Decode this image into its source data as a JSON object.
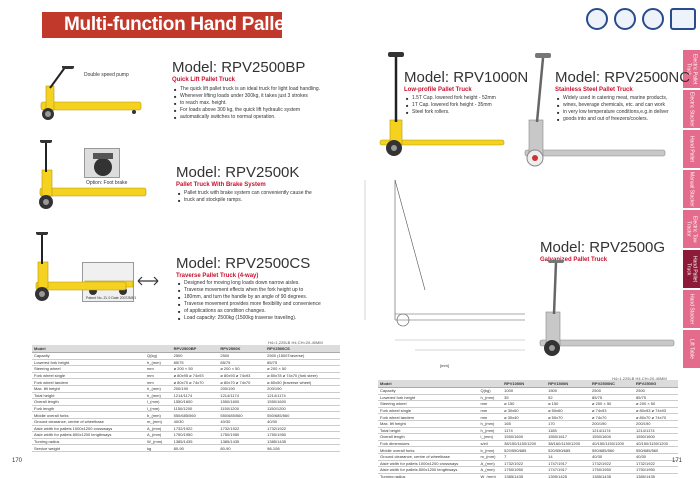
{
  "header": {
    "title": "Multi-function Hand Pallet Truck"
  },
  "side_tabs": [
    "Electric Pallet Truck",
    "Electric Stacker",
    "Hand Pallet",
    "Manual Stacker",
    "Electric Tow Tractor",
    "Hand Pallet Truck",
    "Hand Stacker",
    "Lift Table"
  ],
  "active_tab": 5,
  "models": {
    "bp": {
      "name": "Model: RPV2500BP",
      "sub": "Quick Lift Pallet Truck",
      "bullets": [
        "The quick lift pallet truck is an ideal truck for light load handling.",
        "Whenever lifting loads under 300kg, it takes just 3 strokes",
        "to reach max. height.",
        "For loads above 300 kg, the quick lift hydraulic system",
        "automatically switches to normal operation."
      ],
      "caption": "Double speed pump"
    },
    "k": {
      "name": "Model: RPV2500K",
      "sub": "Pallet Truck With Brake System",
      "bullets": [
        "Pallet truck with brake system can conveniently cause the",
        "truck and stockpile ramps."
      ],
      "caption": "Option: Foot brake"
    },
    "cs": {
      "name": "Model: RPV2500CS",
      "sub": "Traverse Pallet Truck (4-way)",
      "bullets": [
        "Designed for moving long loads down narrow aisles.",
        "Traverse movement effects when the fork height up to",
        "180mm, and turn the handle by an angle of 90 degrees.",
        "Traverse movement provides more flexibility and convenience",
        "of applications as condition changes.",
        "Load capacity: 2500kg (1500kg traverse traveling)."
      ],
      "caption": "Patent No. ZL 0 Date 2007/8/8/1"
    },
    "n": {
      "name": "Model: RPV1000N",
      "sub": "Low-profile Pallet Truck",
      "bullets": [
        "1.5T Cap. lowered fork height - 52mm",
        "1T Cap. lowered fork height - 35mm",
        "Steel fork rollers."
      ]
    },
    "nc": {
      "name": "Model: RPV2500NC",
      "sub": "Stainless Steel Pallet Truck",
      "bullets": [
        "Widely used in catering meat, marine products,",
        "wines, beverage chemicals, etc. and can work",
        "in very low temperature conditions,e.g.in deliver",
        "goods into and out of freezers/coolers."
      ]
    },
    "g": {
      "name": "Model: RPV2500G",
      "sub": "Galvanized Pallet Truck"
    }
  },
  "dim_notes": {
    "left": "H4=1,225LB  H4,CH=20-40MM",
    "right": "H4=1,225LB  H4,CH=20-40MM"
  },
  "table_left": {
    "headers": [
      "Model",
      "",
      "RPV2500BP",
      "RPV2500K",
      "RPV2500CS"
    ],
    "rows": [
      [
        "Capacity",
        "Q(kg)",
        "2500",
        "2500",
        "2500 (1500Traverse)"
      ],
      [
        "Lowered fork height",
        "h_(mm)",
        "85/75",
        "85/75",
        "85/75"
      ],
      [
        "Steering wheel",
        "mm",
        "ø 200 × 50",
        "ø 200 × 50",
        "ø 200 × 50"
      ],
      [
        "Fork wheel single",
        "mm",
        "ø 80x95 ø 74x93",
        "ø 80x93 ø 74x93",
        "ø 80x78 ø 74x70 (fork steer)"
      ],
      [
        "Fork wheel tandem",
        "mm",
        "ø 80x70 ø 74x70",
        "ø 80x70 ø 74x70",
        "ø 80x50 (traverse wheel)"
      ],
      [
        "Max. lift height",
        "h_(mm)",
        "200/190",
        "200/190",
        "200/190"
      ],
      [
        "Total height",
        "h_(mm)",
        "1214/1174",
        "1214/1174",
        "1214/1174"
      ],
      [
        "Overall length",
        "l_(mm)",
        "1550/1600",
        "1550/1600",
        "1550/1600"
      ],
      [
        "Fork length",
        "l_(mm)",
        "1150/1200",
        "1150/1200",
        "1150/1200"
      ],
      [
        "Middle overall forks",
        "b_(mm)",
        "550/685/560",
        "550/685/560",
        "550/685/560"
      ],
      [
        "Ground clearance, centre of wheelbase",
        "m_(mm)",
        "40/30",
        "40/30",
        "40/30"
      ],
      [
        "Aisle width for pallets 1000x1200 crossways",
        "A_(mm)",
        "1732/1922",
        "1732/1922",
        "1732/1922"
      ],
      [
        "Aisle width for pallets 800x1200 lengthways",
        "A_(mm)",
        "1750/1950",
        "1750/1950",
        "1750/1950"
      ],
      [
        "Turning radius",
        "W_(mm)",
        "1385/1435",
        "1385/1435",
        "1385/1435"
      ],
      [
        "Service weight",
        "kg",
        "80-90",
        "80-90",
        "98-108"
      ]
    ]
  },
  "table_right": {
    "headers": [
      "Model",
      "",
      "RPV1000N",
      "RPV1500N",
      "RPV2500NC",
      "RPV2500G"
    ],
    "rows": [
      [
        "Capacity",
        "Q(kg)",
        "1000",
        "1500",
        "2500",
        "2500"
      ],
      [
        "Lowered fork height",
        "h_(mm)",
        "35",
        "52",
        "85/75",
        "85/75"
      ],
      [
        "Steering wheel",
        "mm",
        "ø 150",
        "ø 150",
        "ø 200 × 50",
        "ø 200 × 50"
      ],
      [
        "Fork wheel single",
        "mm",
        "ø 30x60",
        "ø 50x60",
        "ø 74x93",
        "ø 80x93 ø 74x93"
      ],
      [
        "Fork wheel tandem",
        "mm",
        "ø 30x40",
        "ø 50x70",
        "ø 74x70",
        "ø 80x70 ø 74x70"
      ],
      [
        "Max. lift height",
        "h_(mm)",
        "165",
        "170",
        "200/190",
        "200/190"
      ],
      [
        "Total height",
        "h_(mm)",
        "1174",
        "1185",
        "1214/1174",
        "1214/1174"
      ],
      [
        "Overall length",
        "l_(mm)",
        "1550/1600",
        "1550/1617",
        "1550/1600",
        "1550/1600"
      ],
      [
        "Fork dimensions",
        "s/e/l",
        "38/150/1150/1200",
        "38/160/1150/1200",
        "40/150/1150/1200",
        "40/150/1150/1200"
      ],
      [
        "Middle overall forks",
        "b_(mm)",
        "520/550/685",
        "520/550/685",
        "550/685/560",
        "550/685/560"
      ],
      [
        "Ground clearance, centre of wheelbase",
        "m_(mm)",
        "7",
        "14",
        "40/30",
        "40/30"
      ],
      [
        "Aisle width for pallets 1000x1200 crossways",
        "A_(mm)",
        "1732/1922",
        "1747/1917",
        "1732/1922",
        "1732/1922"
      ],
      [
        "Aisle width for pallets 800x1200 lengthways",
        "A_(mm)",
        "1750/1950",
        "1747/1917",
        "1750/1950",
        "1750/1950"
      ],
      [
        "Turning radius",
        "W_(mm)",
        "1385/1435",
        "1395/1425",
        "1385/1435",
        "1385/1435"
      ],
      [
        "Service weight",
        "kg",
        "65-68",
        "85-96",
        "75-80",
        "80-90"
      ]
    ]
  },
  "page_numbers": {
    "left": "170",
    "right": "171"
  },
  "drawing_label": "[mm]"
}
